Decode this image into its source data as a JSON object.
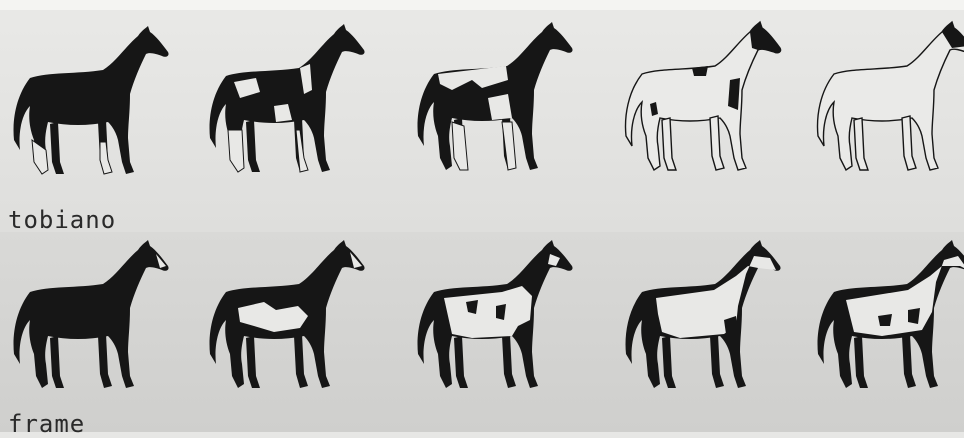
{
  "rows": [
    {
      "label": "tobiano",
      "horse_count": 5
    },
    {
      "label": "frame",
      "horse_count": 5
    }
  ],
  "colors": {
    "ink": "#161616",
    "paper": "#e4e4e2",
    "label": "#2a2a2a"
  }
}
